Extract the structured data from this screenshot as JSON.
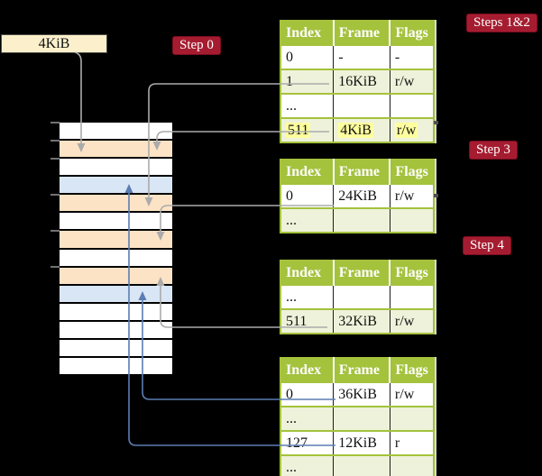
{
  "title": "page table paging steps diagram",
  "free_frame_box": {
    "label": "4KiB"
  },
  "step_labels": {
    "step0": "Step 0",
    "steps12": "Steps 1&2",
    "step3": "Step 3",
    "step4": "Step 4"
  },
  "page_tables": [
    {
      "name": "table-steps-1-2",
      "headers": [
        "Index",
        "Frame",
        "Flags"
      ],
      "rows": [
        {
          "index": "0",
          "frame": "-",
          "flags": "-",
          "shaded": false,
          "highlight": false
        },
        {
          "index": "1",
          "frame": "16KiB",
          "flags": "r/w",
          "shaded": true,
          "highlight": false
        },
        {
          "index": "...",
          "frame": "",
          "flags": "",
          "shaded": false,
          "highlight": false
        },
        {
          "index": "511",
          "frame": "4KiB",
          "flags": "r/w",
          "shaded": true,
          "highlight": true
        }
      ]
    },
    {
      "name": "table-step-3",
      "headers": [
        "Index",
        "Frame",
        "Flags"
      ],
      "rows": [
        {
          "index": "0",
          "frame": "24KiB",
          "flags": "r/w",
          "shaded": false,
          "highlight": false
        },
        {
          "index": "...",
          "frame": "",
          "flags": "",
          "shaded": true,
          "highlight": false
        }
      ]
    },
    {
      "name": "table-step-4",
      "headers": [
        "Index",
        "Frame",
        "Flags"
      ],
      "rows": [
        {
          "index": "...",
          "frame": "",
          "flags": "",
          "shaded": false,
          "highlight": false
        },
        {
          "index": "511",
          "frame": "32KiB",
          "flags": "r/w",
          "shaded": true,
          "highlight": false
        }
      ]
    },
    {
      "name": "table-bottom",
      "headers": [
        "Index",
        "Frame",
        "Flags"
      ],
      "rows": [
        {
          "index": "0",
          "frame": "36KiB",
          "flags": "r/w",
          "shaded": false,
          "highlight": false
        },
        {
          "index": "...",
          "frame": "",
          "flags": "",
          "shaded": true,
          "highlight": false
        },
        {
          "index": "127",
          "frame": "12KiB",
          "flags": "r",
          "shaded": false,
          "highlight": false
        },
        {
          "index": "...",
          "frame": "",
          "flags": "",
          "shaded": true,
          "highlight": false
        }
      ]
    }
  ],
  "memory_strip": {
    "row_colors": [
      "white",
      "orange",
      "white",
      "blue",
      "orange",
      "white",
      "orange",
      "white",
      "orange",
      "blue",
      "white",
      "white",
      "white",
      "white"
    ],
    "tick_count": 6
  },
  "colors": {
    "background": "#000000",
    "table_header_green": "#a4c23c",
    "table_row_green": "#eef2da",
    "highlight_yellow": "#feff9e",
    "step_label_red": "#a51c30",
    "free_frame_cream": "#fcf0cc",
    "strip_orange": "#fce3c5",
    "strip_blue": "#d9e6f5",
    "arrow_gray": "#ababab",
    "arrow_blue": "#5b7db3"
  }
}
